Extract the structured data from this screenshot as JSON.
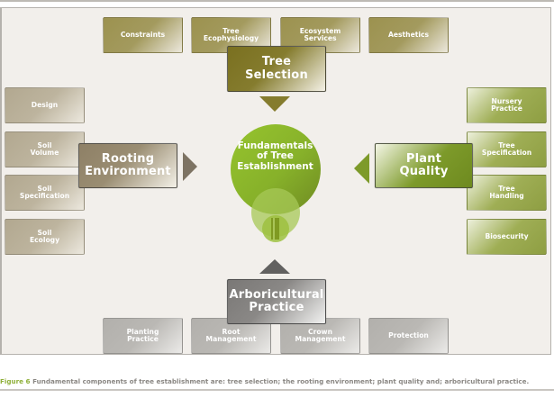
{
  "diagram": {
    "center": {
      "label": "Fundamentals\nof Tree\nEstablishment",
      "icon": "tree-icon"
    },
    "top": {
      "main": "Tree\nSelection",
      "items": [
        "Constraints",
        "Tree\nEcophysiology",
        "Ecosystem\nServices",
        "Aesthetics"
      ]
    },
    "left": {
      "main": "Rooting\nEnvironment",
      "items": [
        "Design",
        "Soil\nVolume",
        "Soil\nSpecification",
        "Soil\nEcology"
      ]
    },
    "right": {
      "main": "Plant\nQuality",
      "items": [
        "Nursery\nPractice",
        "Tree\nSpecification",
        "Tree\nHandling",
        "Biosecurity"
      ]
    },
    "bottom": {
      "main": "Arboricultural\nPractice",
      "items": [
        "Planting\nPractice",
        "Root\nManagement",
        "Crown\nManagement",
        "Protection"
      ]
    },
    "colors": {
      "top": "#857c2e",
      "left": "#9a8d72",
      "right": "#7d9a2a",
      "bottom": "#8a8886",
      "center": "#8cb52e",
      "caption_label": "#8fb03a"
    }
  },
  "caption": {
    "label": "Figure 6",
    "text": " Fundamental components of tree establishment are: tree selection; the rooting environment; plant quality and; arboricultural practice."
  }
}
